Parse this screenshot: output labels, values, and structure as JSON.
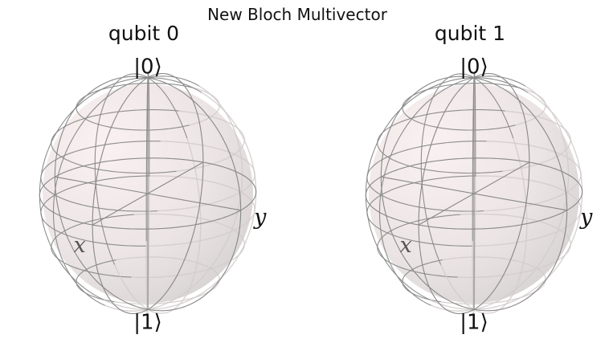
{
  "figure": {
    "title": "New Bloch Multivector"
  },
  "panels": [
    {
      "title": "qubit 0",
      "labels": {
        "top": "|0⟩",
        "bottom": "|1⟩",
        "x": "x",
        "y": "y"
      }
    },
    {
      "title": "qubit 1",
      "labels": {
        "top": "|0⟩",
        "bottom": "|1⟩",
        "x": "x",
        "y": "y"
      }
    }
  ],
  "colors": {
    "sphere_light": "#f8ecec",
    "sphere_mid": "#e6dcdc",
    "sphere_dark": "#c9c3c3",
    "wire_front": "#888888",
    "wire_back": "#d2cbcb",
    "label": "#111111",
    "x_label": "#555555",
    "y_label": "#111111"
  }
}
